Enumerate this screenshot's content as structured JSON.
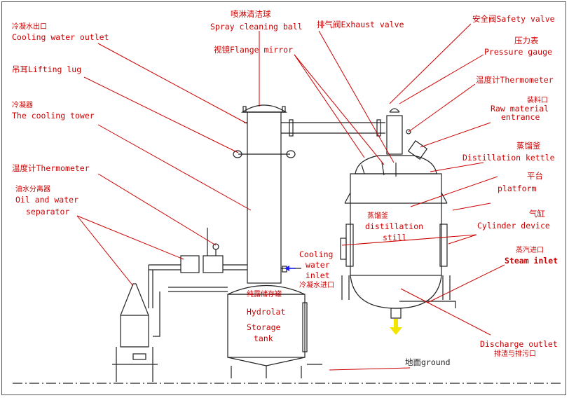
{
  "colors": {
    "label": "#cc0000",
    "line": "#222222",
    "leader": "#cc0000",
    "inlet_arrow": "#1a1aff",
    "discharge_arrow": "#f2e600"
  },
  "labels": {
    "cooling_outlet_cn": "冷凝水出口",
    "cooling_outlet_en": "Cooling water outlet",
    "lifting_lug": "吊耳Lifting lug",
    "cooling_tower_cn": "冷凝器",
    "cooling_tower_en": "The cooling tower",
    "thermometer_left": "温度计Thermometer",
    "oil_water_cn": "油水分离器",
    "oil_water_en1": "Oil and water",
    "oil_water_en2": "separator",
    "spray_ball_cn": "喷淋清洁球",
    "spray_ball_en": "Spray cleaning ball",
    "flange_mirror": "视镜Flange mirror",
    "exhaust_valve": "排气阀Exhaust valve",
    "safety_valve": "安全阀Safety valve",
    "pressure_gauge_cn": "压力表",
    "pressure_gauge_en": "Pressure gauge",
    "thermometer_right": "温度计Thermometer",
    "raw_material_cn": "装料口",
    "raw_material_en1": "Raw material",
    "raw_material_en2": "entrance",
    "distillation_kettle_cn": "蒸馏釜",
    "distillation_kettle_en": "Distillation kettle",
    "platform_cn": "平台",
    "platform_en": "platform",
    "still_cn": "蒸馏釜",
    "still_en1": "distillation",
    "still_en2": "still",
    "cylinder_cn": "气缸",
    "cylinder_en": "Cylinder device",
    "steam_inlet_cn": "蒸汽进口",
    "steam_inlet_en": "Steam inlet",
    "cooling_inlet_en1": "Cooling",
    "cooling_inlet_en2": "water",
    "cooling_inlet_en3": "inlet",
    "cooling_inlet_cn": "冷凝水进口",
    "hydrolat_cn": "纯露储存罐",
    "hydrolat_en1": "Hydrolat",
    "hydrolat_en2": "Storage",
    "hydrolat_en3": "tank",
    "discharge_en": "Discharge outlet",
    "discharge_cn": "排渣与排污口",
    "ground": "地面ground"
  }
}
